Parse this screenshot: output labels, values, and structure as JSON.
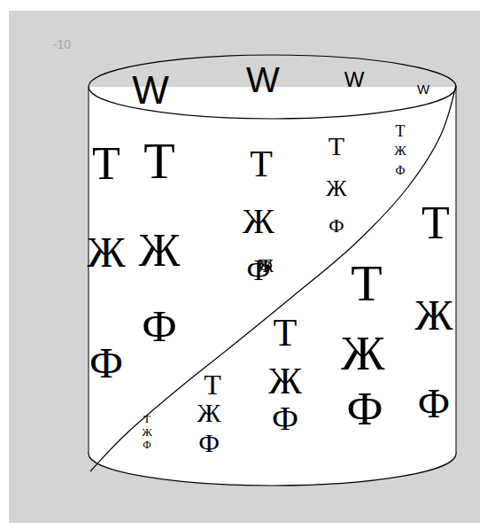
{
  "diagram": {
    "labels": [
      "W",
      "W",
      "W",
      "W",
      "-10",
      "T",
      "Ж",
      "Ф",
      "T",
      "Ж",
      "Ф",
      "T",
      "Ж",
      "Ф",
      "T",
      "Ж",
      "Ф",
      "T",
      "Ж",
      "Ф",
      "T",
      "Ж",
      "Ф",
      "T",
      "Ж",
      "Ф",
      "T",
      "Ж",
      "Ф",
      "T",
      "Ж",
      "Ф",
      "T",
      "Ж",
      "Ф",
      "T",
      "Ж",
      "Ф"
    ]
  }
}
